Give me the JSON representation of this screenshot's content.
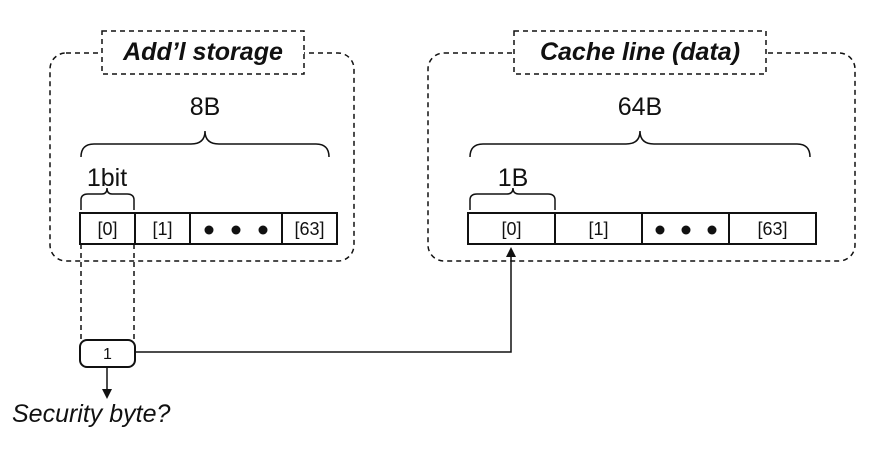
{
  "storage": {
    "title": "Add’l storage",
    "size_label": "8B",
    "entry_label": "1bit",
    "cells": [
      "[0]",
      "[1]",
      "[63]"
    ]
  },
  "cache": {
    "title": "Cache line (data)",
    "size_label": "64B",
    "entry_label": "1B",
    "cells": [
      "[0]",
      "[1]",
      "[63]"
    ]
  },
  "bit_box": {
    "value": "1"
  },
  "caption": "Security byte?"
}
